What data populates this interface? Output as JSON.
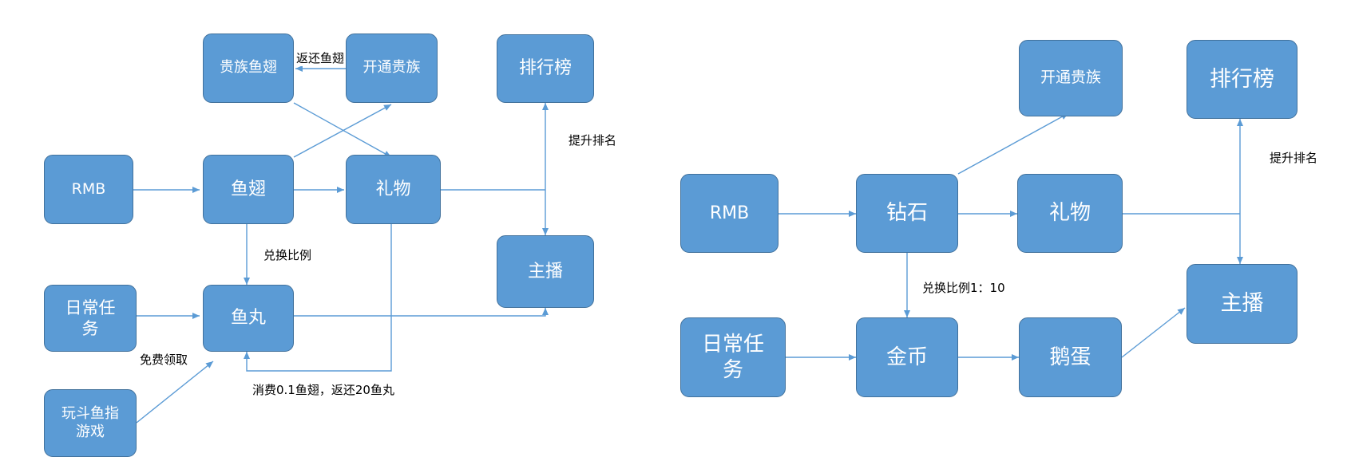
{
  "left": {
    "nodes": {
      "noble_fin": "贵族鱼翅",
      "open_noble": "开通贵族",
      "ranking": "排行榜",
      "rmb": "RMB",
      "fin": "鱼翅",
      "gift": "礼物",
      "anchor": "主播",
      "daily_task": "日常任务",
      "fishball": "鱼丸",
      "play_game": "玩斗鱼指游戏"
    },
    "labels": {
      "return_fin": "返还鱼翅",
      "raise_rank": "提升排名",
      "exchange_ratio": "兑换比例",
      "free_claim": "免费领取",
      "consume": "消费0.1鱼翅，返还20鱼丸"
    }
  },
  "right": {
    "nodes": {
      "open_noble": "开通贵族",
      "ranking": "排行榜",
      "rmb": "RMB",
      "diamond": "钻石",
      "gift": "礼物",
      "anchor": "主播",
      "daily_task": "日常任务",
      "gold": "金币",
      "goose_egg": "鹅蛋"
    },
    "labels": {
      "raise_rank": "提升排名",
      "exchange_ratio": "兑换比例1：10"
    }
  },
  "colors": {
    "node_fill": "#5b9bd5",
    "node_border": "#41719c",
    "edge": "#5b9bd5",
    "label_text": "#000000"
  }
}
